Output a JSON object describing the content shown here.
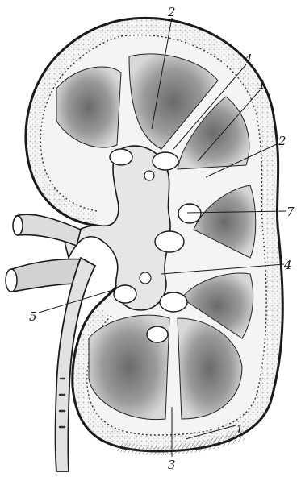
{
  "figure": {
    "labels": [
      {
        "key": "top_2",
        "text": "2"
      },
      {
        "key": "upper_4",
        "text": "4"
      },
      {
        "key": "upper_1",
        "text": "1"
      },
      {
        "key": "right_2",
        "text": "2"
      },
      {
        "key": "mid_7",
        "text": "7"
      },
      {
        "key": "mid_4",
        "text": "4"
      },
      {
        "key": "left_5",
        "text": "5"
      },
      {
        "key": "bottom_1",
        "text": "1"
      },
      {
        "key": "bottom_3",
        "text": "3"
      }
    ]
  }
}
